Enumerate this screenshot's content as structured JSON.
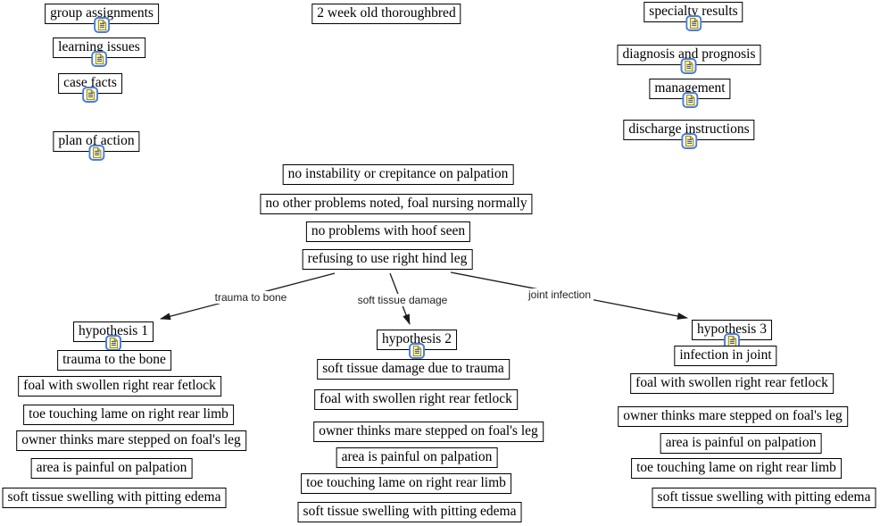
{
  "canvas": {
    "background": "#ffffff",
    "node_border_color": "#000000",
    "arrow_color": "#1a1a1a"
  },
  "topic": {
    "label": "2 week old thoroughbred"
  },
  "nav_left": [
    {
      "label": "group assignments",
      "icon": "document-icon"
    },
    {
      "label": "learning issues",
      "icon": "document-icon"
    },
    {
      "label": "case facts",
      "icon": "document-icon"
    },
    {
      "label": "plan of action",
      "icon": "document-icon"
    }
  ],
  "nav_right": [
    {
      "label": "specialty results",
      "icon": "document-icon"
    },
    {
      "label": "diagnosis and prognosis",
      "icon": "document-icon"
    },
    {
      "label": "management",
      "icon": "document-icon"
    },
    {
      "label": "discharge instructions",
      "icon": "document-icon"
    }
  ],
  "findings": [
    {
      "label": "no instability or crepitance on palpation"
    },
    {
      "label": "no other problems noted, foal nursing normally"
    },
    {
      "label": "no problems with hoof seen"
    },
    {
      "label": "refusing to use right hind leg"
    }
  ],
  "branches": [
    {
      "link_label": "trauma to bone",
      "hypothesis": "hypothesis 1",
      "hypothesis_icon": "document-icon",
      "statement": "trauma to the bone",
      "evidence": [
        "foal with swollen right rear fetlock",
        "toe touching lame on right rear limb",
        "owner thinks mare stepped on foal's leg",
        "area is painful on palpation",
        "soft tissue swelling with pitting edema"
      ]
    },
    {
      "link_label": "soft tissue damage",
      "hypothesis": "hypothesis 2",
      "hypothesis_icon": "document-icon",
      "statement": "soft tissue damage due to trauma",
      "evidence": [
        "foal with swollen right rear fetlock",
        "owner thinks mare stepped on foal's leg",
        "area is painful on palpation",
        "toe touching lame on right rear limb",
        "soft tissue swelling with pitting edema"
      ]
    },
    {
      "link_label": "joint infection",
      "hypothesis": "hypothesis 3",
      "hypothesis_icon": "document-icon",
      "statement": "infection in joint",
      "evidence": [
        "foal with swollen right rear fetlock",
        "owner thinks mare stepped on foal's leg",
        "area is painful on palpation",
        "toe touching lame on right rear limb",
        "soft tissue swelling with pitting edema"
      ]
    }
  ],
  "resource_icon": {
    "name": "document-icon",
    "frame_color": "#4a7ed6",
    "page_color": "#faf09c",
    "page_edge_color": "#9a8512",
    "text_line_color": "#2b4fa8"
  }
}
